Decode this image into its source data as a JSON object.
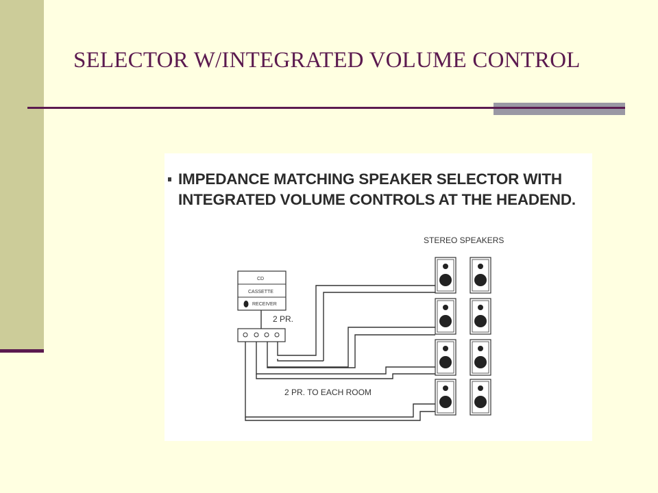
{
  "slide": {
    "title": "SELECTOR W/INTEGRATED VOLUME CONTROL",
    "accent_color": "#5B1A4F",
    "sidebar_color": "#CCCC99",
    "background_color": "#FFFFE1"
  },
  "figure": {
    "heading": "IMPEDANCE MATCHING SPEAKER SELECTOR WITH INTEGRATED VOLUME CONTROLS  AT THE HEADEND.",
    "speakers_label": "STEREO SPEAKERS",
    "sources": [
      "CD",
      "CASSETTE",
      "RECEIVER"
    ],
    "receiver_link_label": "2 PR.",
    "room_link_label": "2 PR. TO EACH ROOM",
    "room_count": 4
  }
}
